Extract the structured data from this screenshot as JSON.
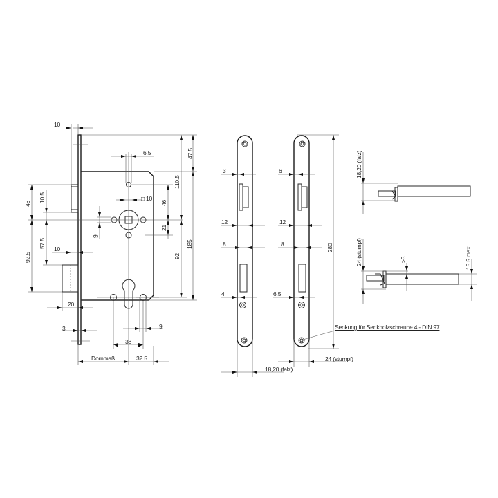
{
  "drawing": {
    "title": "Mortise lock technical drawing",
    "colors": {
      "line": "#1a1a1a",
      "dimension": "#555555",
      "background": "#ffffff"
    }
  },
  "lock_body": {
    "labels": {
      "faceplate_offset": "10",
      "follower_width": "6.5",
      "square_hole": "10",
      "top_to_body": "47.5",
      "top_to_follower": "110.5",
      "latch_to_follower": "46",
      "follower_to_cylinder_hole": "21",
      "follower_to_key": "92",
      "total_height": "185",
      "upper_latch_height": "46",
      "latch_offset": "10.5",
      "dead_bolt_offset": "57.5",
      "bolt_lower": "92.5",
      "dead_bolt_projection": "10",
      "screw_spacing": "9",
      "bolt_throw": "20",
      "faceplate_thickness": "3",
      "cylinder_screw_holes": "38",
      "cylinder_offset": "9",
      "backset_label": "Dornmaß",
      "backset_right": "32.5"
    }
  },
  "faceplates": {
    "left": {
      "top_gap": "3",
      "latch_width": "12",
      "bolt_width": "8",
      "lower_gap": "4",
      "width": "18,20 (falz)"
    },
    "right": {
      "top_gap": "6",
      "latch_width": "12",
      "bolt_width": "8",
      "lower_gap": "6.5",
      "width": "24 (stumpf)"
    },
    "total_length": "280",
    "note": "Senkung für Senkholzschraube 4 - DIN 97"
  },
  "spindles": {
    "top": {
      "label": "18,20 (falz)"
    },
    "bottom": {
      "label": "24 (stumpf)",
      "offset": ">3",
      "max": "15.5 max."
    }
  }
}
